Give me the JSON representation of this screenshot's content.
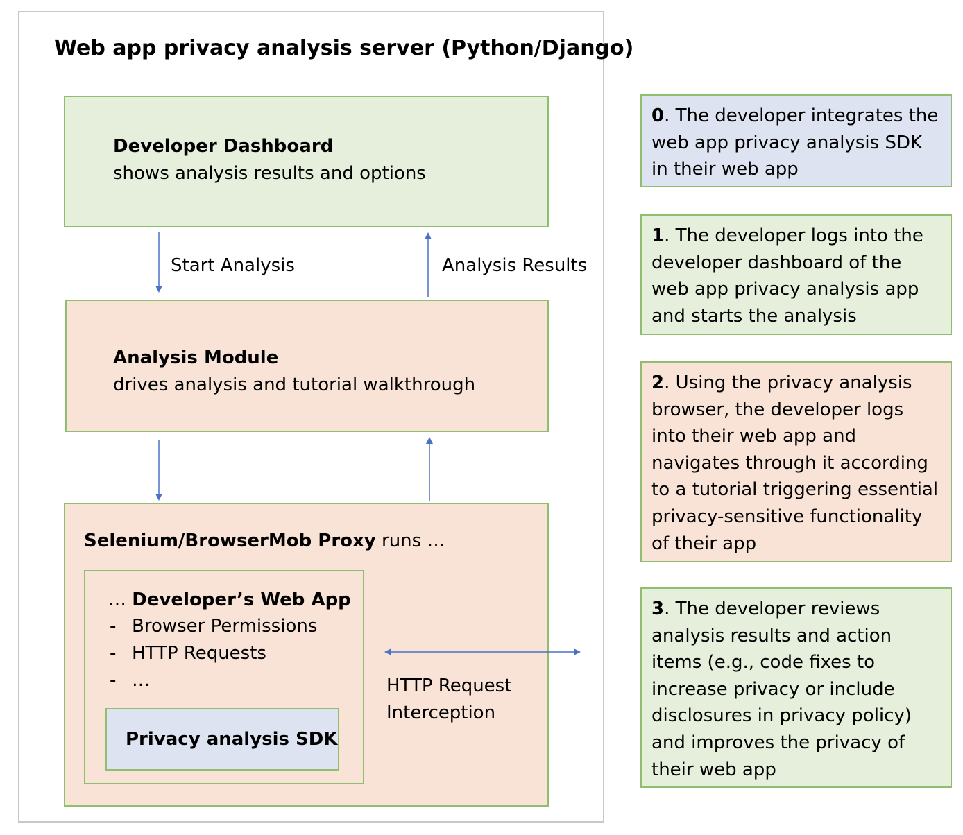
{
  "server": {
    "title": "Web app privacy analysis server (Python/Django)"
  },
  "dashboard": {
    "name": "Developer Dashboard",
    "desc": "shows analysis results and options"
  },
  "flow": {
    "start_label": "Start Analysis",
    "results_label": "Analysis Results",
    "intercept_line1": "HTTP Request",
    "intercept_line2": "Interception"
  },
  "analysis_module": {
    "name": "Analysis Module",
    "desc": "drives analysis and tutorial walkthrough"
  },
  "proxy": {
    "name": "Selenium/BrowserMob Proxy",
    "suffix": " runs …"
  },
  "webapp": {
    "name_prefix": "… ",
    "name": "Developer’s Web App",
    "items": [
      {
        "dash": "-",
        "text": "Browser Permissions"
      },
      {
        "dash": "-",
        "text": "HTTP Requests"
      },
      {
        "dash": "-",
        "text": "…"
      }
    ]
  },
  "sdk": {
    "name": "Privacy analysis SDK"
  },
  "steps": [
    {
      "num": "0",
      "text": ". The developer integrates the web app privacy analysis SDK in their web app"
    },
    {
      "num": "1",
      "text": ". The developer logs into the developer dashboard of the web app privacy analysis app and starts the analysis"
    },
    {
      "num": "2",
      "text": ". Using the privacy analysis browser, the developer logs into their web app and navigates through it according to a tutorial triggering essential privacy-sensitive functionality of their app"
    },
    {
      "num": "3",
      "text": ". The developer reviews analysis results and action items (e.g., code fixes to increase privacy or include disclosures in privacy policy) and improves the privacy of their web app"
    }
  ],
  "colors": {
    "green_fill": "#e6efdc",
    "peach_fill": "#f8e3d6",
    "blue_fill": "#dde3f0",
    "box_border": "#8fbf6e",
    "arrow": "#4a72c4"
  }
}
